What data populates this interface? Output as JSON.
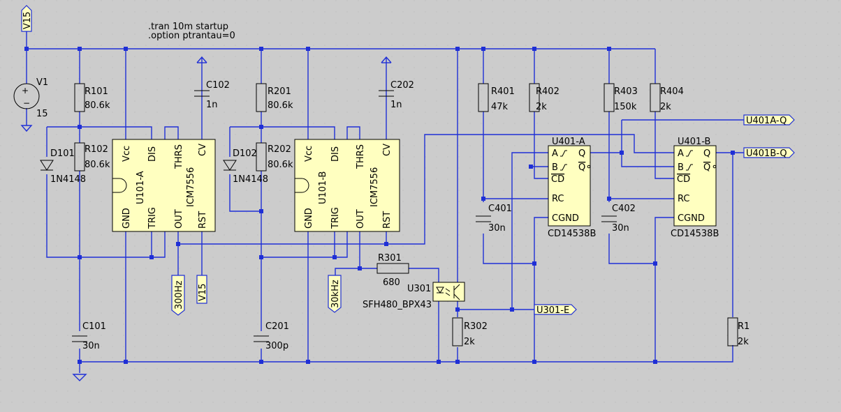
{
  "directive": {
    "line1": ".tran 10m startup",
    "line2": ".option ptrantau=0"
  },
  "net_flags": {
    "v15_top": "V15",
    "f300hz": "300Hz",
    "v15_bottom": "V15",
    "f30khz": "30kHz",
    "u401a_q": "U401A-Q",
    "u401b_q": "U401B-Q",
    "u301_e": "U301-E"
  },
  "v1": {
    "name": "V1",
    "value": "15"
  },
  "resistors": [
    {
      "id": "R101",
      "value": "80.6k"
    },
    {
      "id": "R102",
      "value": "80.6k"
    },
    {
      "id": "R201",
      "value": "80.6k"
    },
    {
      "id": "R202",
      "value": "80.6k"
    },
    {
      "id": "R301",
      "value": "680"
    },
    {
      "id": "R302",
      "value": "2k"
    },
    {
      "id": "R401",
      "value": "47k"
    },
    {
      "id": "R402",
      "value": "2k"
    },
    {
      "id": "R403",
      "value": "150k"
    },
    {
      "id": "R404",
      "value": "2k"
    },
    {
      "id": "R1",
      "value": "2k"
    }
  ],
  "capacitors": [
    {
      "id": "C101",
      "value": "30n"
    },
    {
      "id": "C102",
      "value": "1n"
    },
    {
      "id": "C201",
      "value": "300p"
    },
    {
      "id": "C202",
      "value": "1n"
    },
    {
      "id": "C401",
      "value": "30n"
    },
    {
      "id": "C402",
      "value": "30n"
    }
  ],
  "diodes": [
    {
      "id": "D101",
      "value": "1N4148"
    },
    {
      "id": "D102",
      "value": "1N4148"
    }
  ],
  "timers": [
    {
      "id": "U101-A",
      "part": "ICM7556",
      "pins": {
        "vcc": "Vcc",
        "dis": "DIS",
        "thrs": "THRS",
        "cv": "CV",
        "gnd": "GND",
        "trig": "TRIG",
        "out": "OUT",
        "rst": "RST"
      }
    },
    {
      "id": "U101-B",
      "part": "ICM7556",
      "pins": {
        "vcc": "Vcc",
        "dis": "DIS",
        "thrs": "THRS",
        "cv": "CV",
        "gnd": "GND",
        "trig": "TRIG",
        "out": "OUT",
        "rst": "RST"
      }
    }
  ],
  "monostables": [
    {
      "id": "U401-A",
      "part": "CD14538B",
      "pins": {
        "a": "A",
        "b": "B",
        "cd": "CD",
        "rc": "RC",
        "cgnd": "CGND",
        "q": "Q",
        "qbar": "Q"
      }
    },
    {
      "id": "U401-B",
      "part": "CD14538B",
      "pins": {
        "a": "A",
        "b": "B",
        "cd": "CD",
        "rc": "RC",
        "cgnd": "CGND",
        "q": "Q",
        "qbar": "Q"
      }
    }
  ],
  "optocoupler": {
    "id": "U301",
    "part": "SFH480_BPX43"
  },
  "colors": {
    "background": "#cccccc",
    "wire": "#1f2fd6",
    "component_body": "#ffffc0",
    "outline": "#000000"
  }
}
